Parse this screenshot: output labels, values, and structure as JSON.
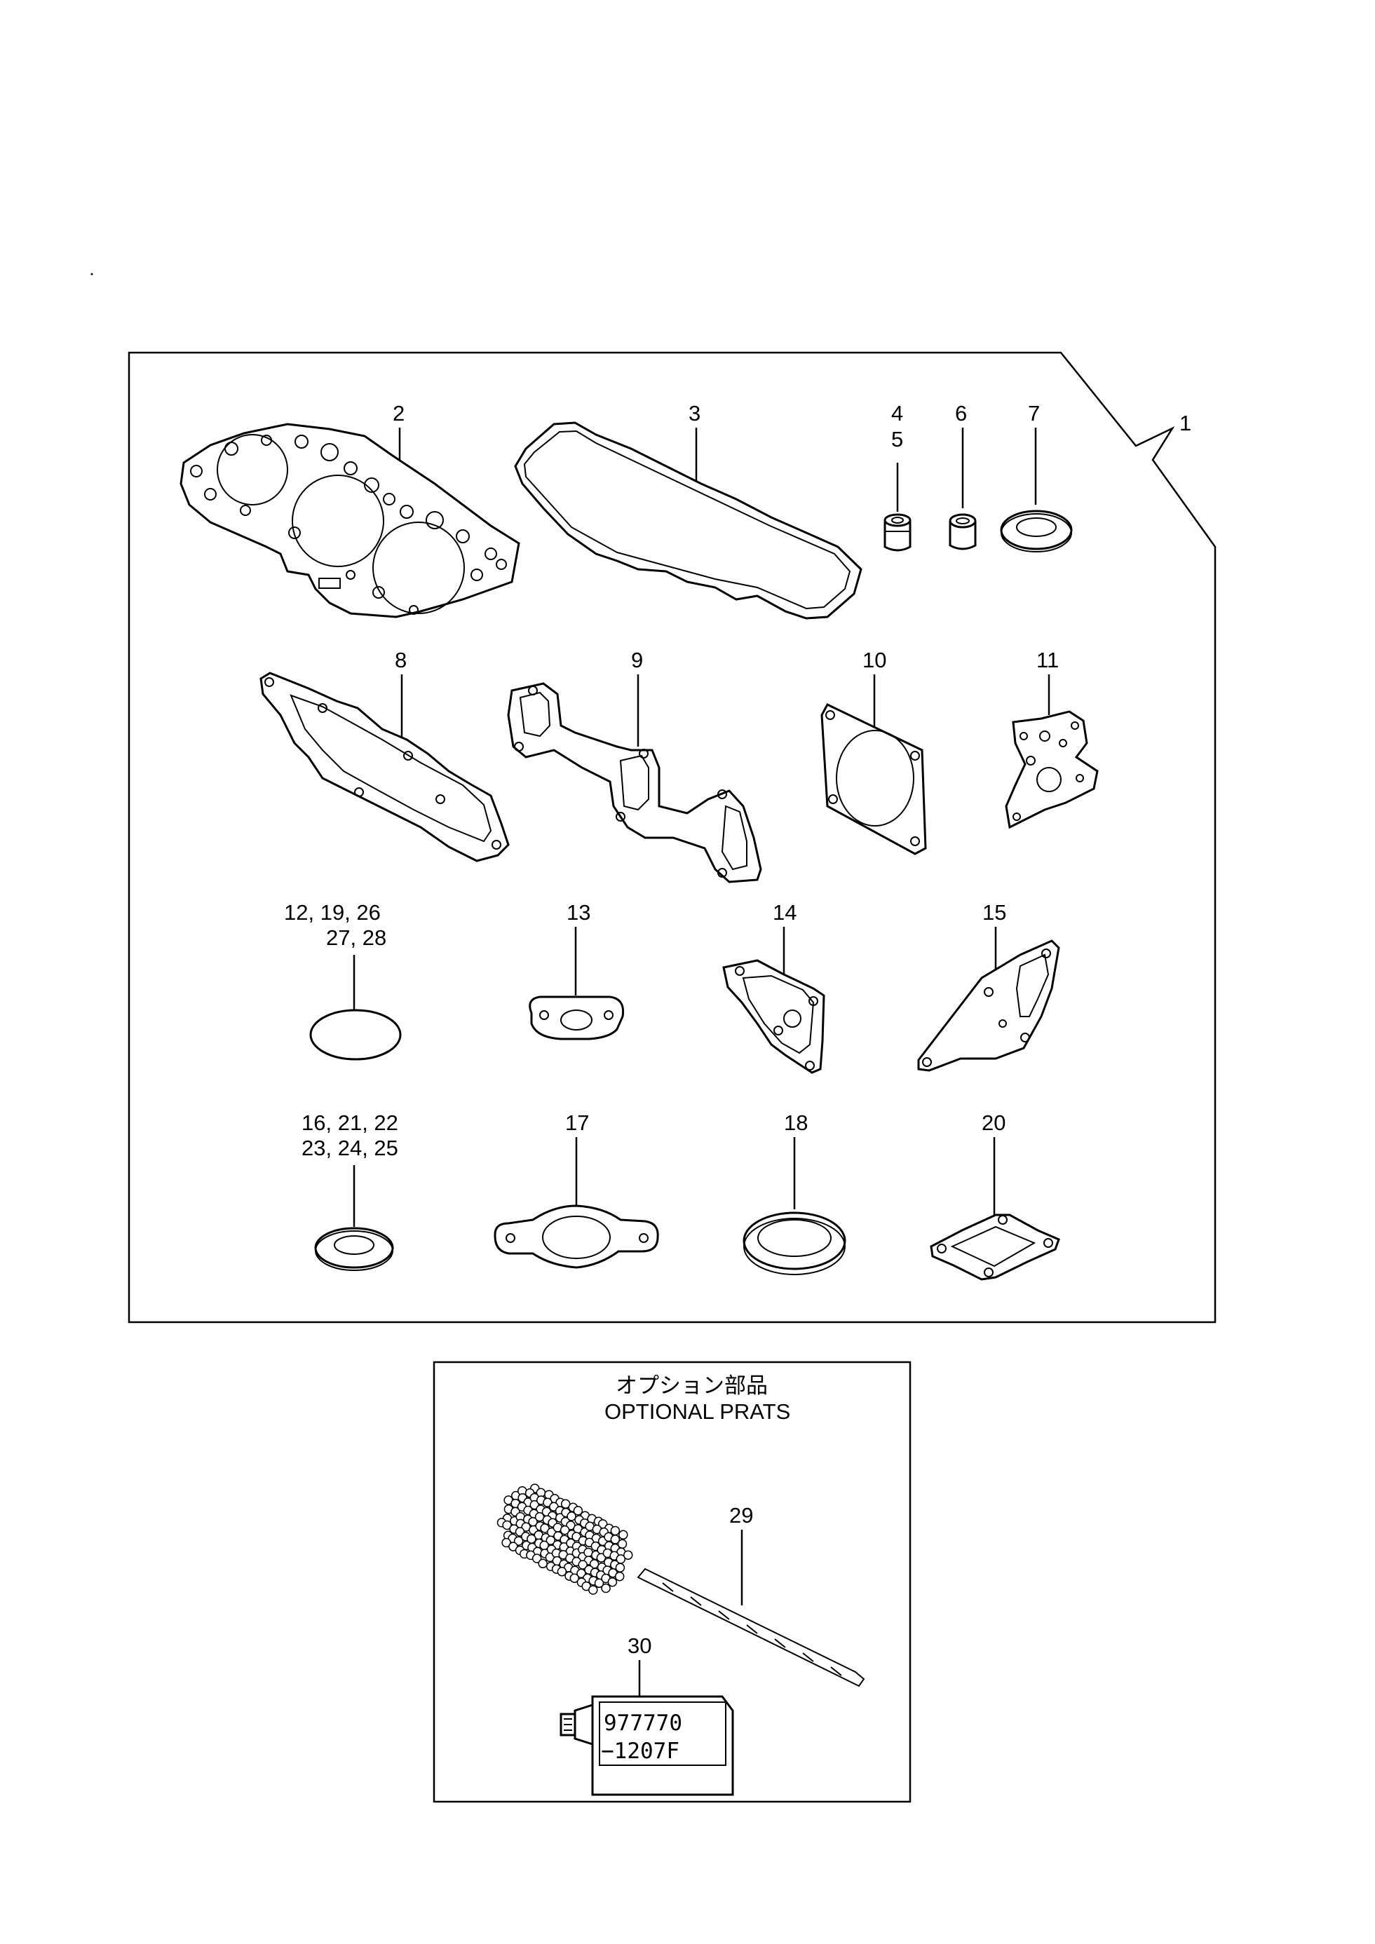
{
  "callouts": {
    "c1": "1",
    "c2": "2",
    "c3": "3",
    "c4_5a": "4",
    "c4_5b": "5",
    "c6": "6",
    "c7": "7",
    "c8": "8",
    "c9": "9",
    "c10": "10",
    "c11": "11",
    "c12a": "12, 19, 26",
    "c12b": "27, 28",
    "c13": "13",
    "c14": "14",
    "c15": "15",
    "c16a": "16, 21, 22",
    "c16b": "23, 24, 25",
    "c17": "17",
    "c18": "18",
    "c20": "20",
    "c29": "29",
    "c30": "30"
  },
  "optional_box": {
    "title_jp": "オプション部品",
    "title_en": "OPTIONAL PRATS"
  },
  "tube_label": {
    "line1": "977770",
    "line2": "−1207F"
  }
}
